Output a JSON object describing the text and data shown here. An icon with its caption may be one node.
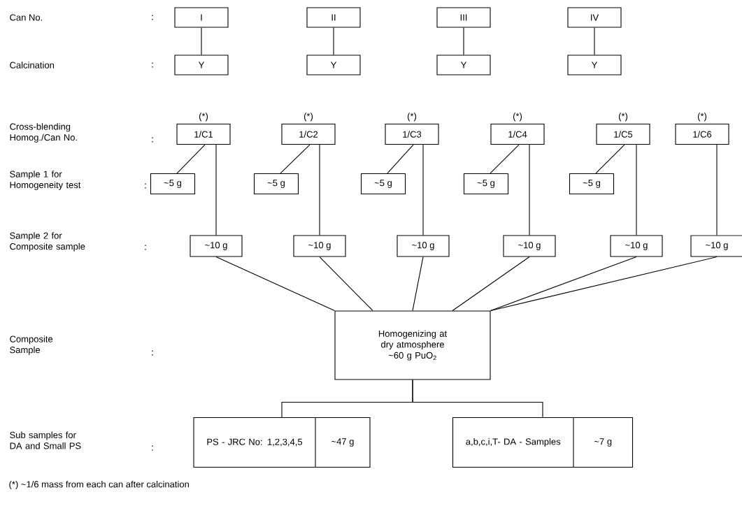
{
  "diagram": {
    "nodes": [
      {
        "text": [
          "I"
        ]
      },
      {
        "text": [
          "II"
        ]
      },
      {
        "text": [
          "III"
        ]
      },
      {
        "text": [
          "IV"
        ]
      },
      {
        "text": [
          "Y"
        ]
      },
      {
        "text": [
          "Y"
        ]
      },
      {
        "text": [
          "Y"
        ]
      },
      {
        "text": [
          "Y"
        ]
      },
      {
        "text": [
          "1/C1"
        ],
        "beside": [
          "(*)"
        ]
      },
      {
        "text": [
          "1/C2"
        ],
        "beside": [
          "(*)"
        ]
      },
      {
        "text": [
          "1/C3"
        ],
        "beside": [
          "(*)"
        ]
      },
      {
        "text": [
          "1/C4"
        ],
        "beside": [
          "(*)"
        ]
      },
      {
        "text": [
          "1/C5"
        ],
        "beside": [
          "(*)"
        ]
      },
      {
        "text": [
          "1/C6"
        ],
        "beside": [
          "(*)"
        ]
      },
      {
        "text": [
          "~5 g"
        ]
      },
      {
        "text": [
          "~5 g"
        ]
      },
      {
        "text": [
          "~5 g"
        ]
      },
      {
        "text": [
          "~5 g"
        ]
      },
      {
        "text": [
          "~5 g"
        ]
      },
      {
        "text": [
          "~10 g"
        ]
      },
      {
        "text": [
          "~10 g"
        ]
      },
      {
        "text": [
          "~10 g"
        ]
      },
      {
        "text": [
          "~10 g"
        ]
      },
      {
        "text": [
          "~10 g"
        ]
      },
      {
        "text": [
          "~10 g"
        ]
      },
      {
        "text": [
          "Homogenizing at dry atmosphere ~60 g PuO$_{2}$"
        ]
      },
      {
        "text": [
          "PS - JRC No: 1,2,3,4,5",
          "~47 g"
        ]
      },
      {
        "text": [
          "a,b,c,i,T- DA - Samples",
          "~7 g"
        ]
      }
    ],
    "edges": [
      {
        "from": 0,
        "to": 4,
        "arrow": "none"
      },
      {
        "from": 1,
        "to": 5,
        "arrow": "none"
      },
      {
        "from": 2,
        "to": 6,
        "arrow": "none"
      },
      {
        "from": 3,
        "to": 7,
        "arrow": "none"
      },
      {
        "from": 8,
        "to": 14,
        "arrow": "none"
      },
      {
        "from": 9,
        "to": 15,
        "arrow": "none"
      },
      {
        "from": 10,
        "to": 16,
        "arrow": "none"
      },
      {
        "from": 11,
        "to": 17,
        "arrow": "none"
      },
      {
        "from": 12,
        "to": 18,
        "arrow": "none"
      },
      {
        "from": 8,
        "to": 19,
        "arrow": "none"
      },
      {
        "from": 9,
        "to": 20,
        "arrow": "none"
      },
      {
        "from": 10,
        "to": 21,
        "arrow": "none"
      },
      {
        "from": 11,
        "to": 22,
        "arrow": "none"
      },
      {
        "from": 12,
        "to": 23,
        "arrow": "none"
      },
      {
        "from": 13,
        "to": 24,
        "arrow": "none"
      },
      {
        "from": 19,
        "to": 25,
        "arrow": "none"
      },
      {
        "from": 20,
        "to": 25,
        "arrow": "none"
      },
      {
        "from": 21,
        "to": 25,
        "arrow": "none"
      },
      {
        "from": 22,
        "to": 25,
        "arrow": "none"
      },
      {
        "from": 23,
        "to": 25,
        "arrow": "none"
      },
      {
        "from": 24,
        "to": 25,
        "arrow": "none"
      },
      {
        "from": 25,
        "to": 26,
        "arrow": "none"
      },
      {
        "from": 25,
        "to": 27,
        "arrow": "none"
      }
    ],
    "labels": [
      "Can No.",
      ":",
      "Calcination",
      ":",
      "Cross-blending Homog./Can No.",
      ":",
      "Sample 1 for Homogeneity test",
      ":",
      "Sample 2 for Composite sample",
      ":",
      "Composite Sample",
      ":",
      "Sub samples for DA and Small PS",
      ":",
      "(*) ~1/6 mass from each can after calcination"
    ]
  }
}
